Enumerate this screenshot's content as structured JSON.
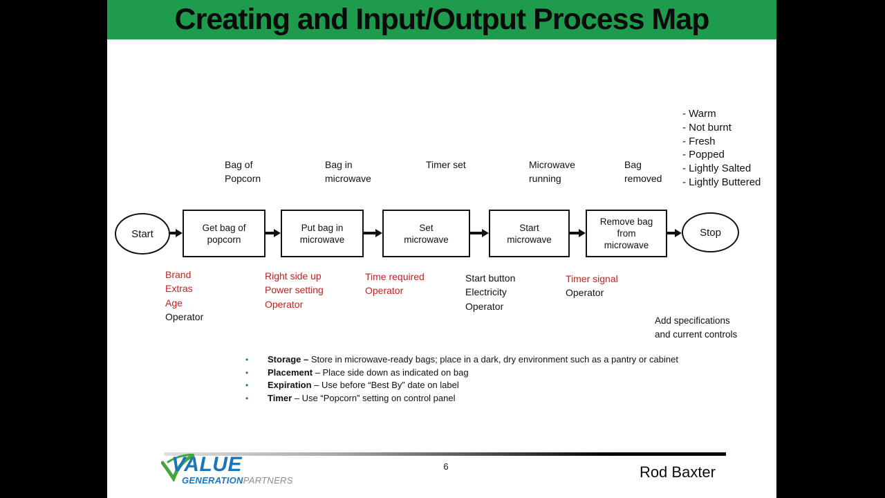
{
  "slide": {
    "title": "Creating and Input/Output Process Map",
    "page_number": "6",
    "author": "Rod Baxter"
  },
  "flow": {
    "start_label": "Start",
    "stop_label": "Stop",
    "steps": [
      {
        "label": "Get bag of\npopcorn",
        "output": "Bag of\nPopcorn"
      },
      {
        "label": "Put bag in\nmicrowave",
        "output": "Bag in\nmicrowave"
      },
      {
        "label": "Set\nmicrowave",
        "output": "Timer set"
      },
      {
        "label": "Start\nmicrowave",
        "output": "Microwave\nrunning"
      },
      {
        "label": "Remove bag\nfrom\nmicrowave",
        "output": "Bag\nremoved"
      }
    ]
  },
  "final_outputs": [
    "- Warm",
    "- Not burnt",
    "- Fresh",
    "- Popped",
    "- Lightly Salted",
    "- Lightly Buttered"
  ],
  "inputs": {
    "col1": [
      {
        "text": "Brand",
        "color": "red"
      },
      {
        "text": "Extras",
        "color": "red"
      },
      {
        "text": "Age",
        "color": "red"
      },
      {
        "text": "Operator",
        "color": "black"
      }
    ],
    "col2": [
      {
        "text": "Right side up",
        "color": "red"
      },
      {
        "text": "Power setting",
        "color": "red"
      },
      {
        "text": "Operator",
        "color": "red"
      }
    ],
    "col3": [
      {
        "text": "Time required",
        "color": "red"
      },
      {
        "text": "Operator",
        "color": "red"
      }
    ],
    "col4": [
      {
        "text": "Start button",
        "color": "black"
      },
      {
        "text": "Electricity",
        "color": "black"
      },
      {
        "text": "Operator",
        "color": "black"
      }
    ],
    "col5": [
      {
        "text": "Timer signal",
        "color": "red"
      },
      {
        "text": "Operator",
        "color": "black"
      }
    ]
  },
  "annotation": "Add specifications\nand current controls",
  "notes": [
    {
      "term": "Storage –",
      "rest": " Store in microwave-ready bags; place in a dark, dry environment such as a pantry or cabinet"
    },
    {
      "term": "Placement",
      "rest": " – Place side down as indicated on bag"
    },
    {
      "term": "Expiration",
      "rest": " – Use before “Best By” date on label"
    },
    {
      "term": "Timer",
      "rest": " – Use “Popcorn” setting on control panel"
    }
  ],
  "logo": {
    "value": "VALUE",
    "generation": "GENERATION",
    "partners": "PARTNERS"
  },
  "colors": {
    "header_green": "#1e9b4d",
    "input_red": "#c51f1f",
    "bullet_blue": "#21708f",
    "logo_blue": "#1b75bb",
    "logo_green": "#44a73e",
    "logo_gray": "#8a8c8e"
  }
}
